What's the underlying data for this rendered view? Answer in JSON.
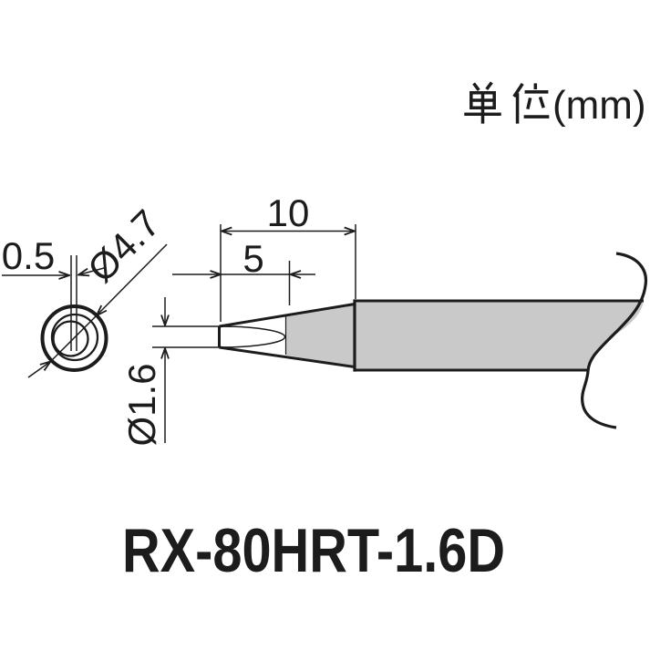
{
  "part": {
    "number": "RX-80HRT-1.6D"
  },
  "units": {
    "label": "単位(mm)",
    "suffix": "(mm)"
  },
  "dimensions": {
    "chisel_edge_width": "0.5",
    "sleeve_diameter": "Ø4.7",
    "tip_length": "10",
    "chisel_length": "5",
    "tip_diameter": "Ø1.6"
  },
  "colors": {
    "line": "#1c1c1c",
    "metal_fill": "#c9c9c9",
    "background": "#ffffff"
  }
}
